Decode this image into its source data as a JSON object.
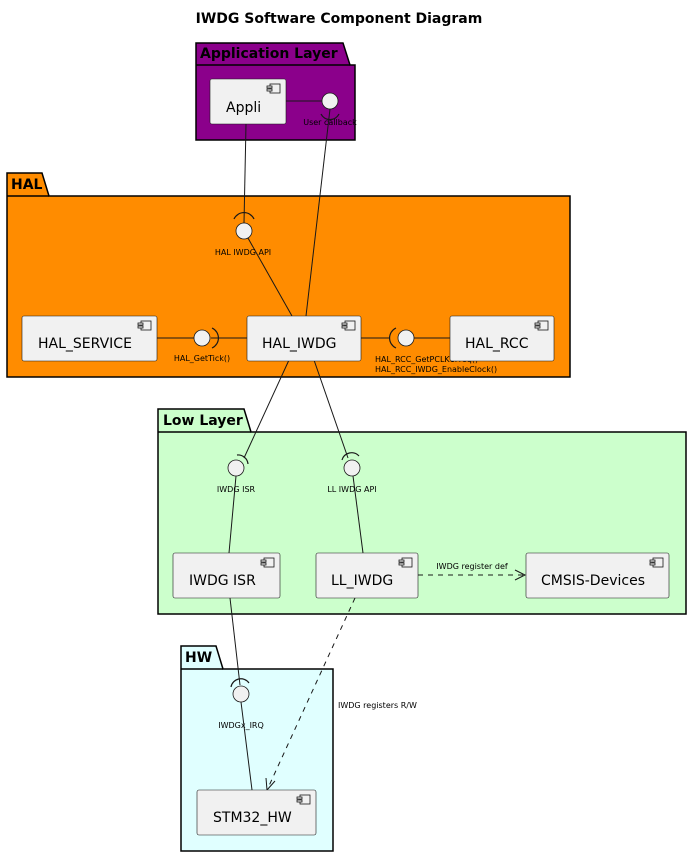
{
  "title": "IWDG Software Component Diagram",
  "packages": {
    "app": {
      "label": "Application Layer",
      "color": "#8b008b"
    },
    "hal": {
      "label": "HAL",
      "color": "#ff8c00"
    },
    "ll": {
      "label": "Low Layer",
      "color": "#ccffcc"
    },
    "hw": {
      "label": "HW",
      "color": "#e0ffff"
    }
  },
  "components": {
    "appli": "Appli",
    "hal_service": "HAL_SERVICE",
    "hal_iwdg": "HAL_IWDG",
    "hal_rcc": "HAL_RCC",
    "iwdg_isr": "IWDG ISR",
    "ll_iwdg": "LL_IWDG",
    "cmsis": "CMSIS-Devices",
    "stm32_hw": "STM32_HW"
  },
  "interfaces": {
    "user_callback": "User callback",
    "hal_iwdg_api": "HAL IWDG API",
    "hal_gettick": "HAL_GetTick()",
    "hal_rcc_line1": "HAL_RCC_GetPCLK1Freq()",
    "hal_rcc_line2": "HAL_RCC_IWDG_EnableClock()",
    "iwdg_isr": "IWDG ISR",
    "ll_iwdg_api": "LL IWDG API",
    "iwdgx_irq": "IWDGx_IRQ"
  },
  "relations": {
    "register_def": "IWDG register def",
    "registers_rw": "IWDG registers R/W"
  }
}
